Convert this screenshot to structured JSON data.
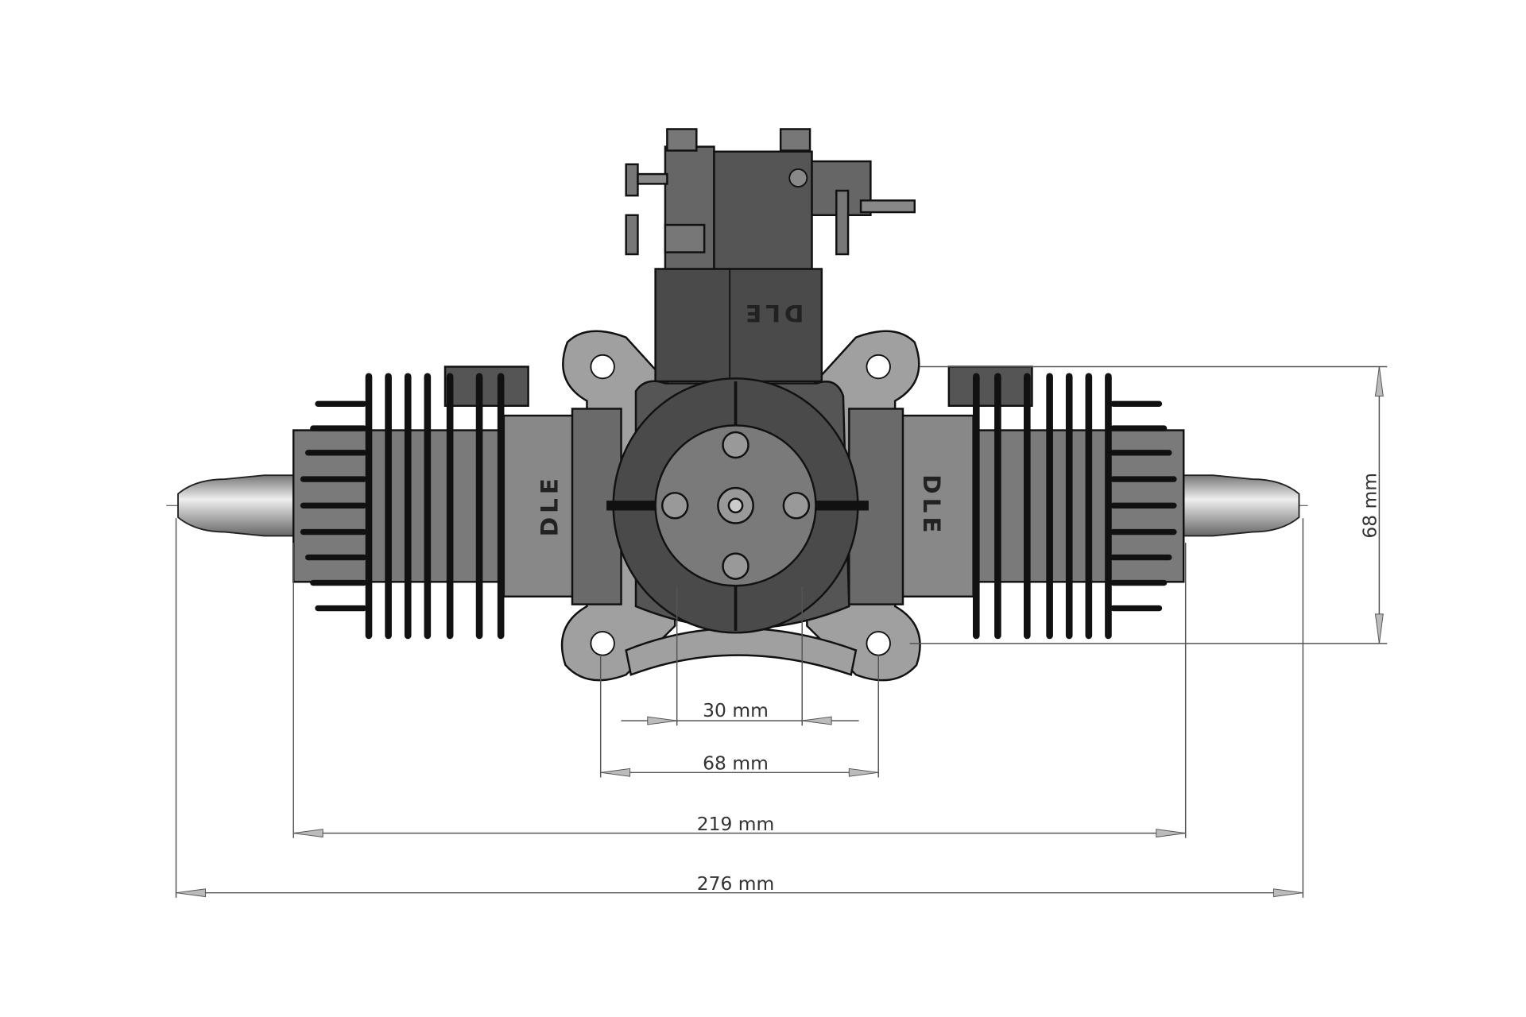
{
  "drawing": {
    "logo_top": "DLE",
    "logo_left": "DLE",
    "logo_right": "DLE",
    "dimensions": {
      "overall_width": "276 mm",
      "plug_to_plug": "219 mm",
      "mount_width": "68 mm",
      "bolt_spacing": "30 mm",
      "mount_height": "68 mm"
    }
  },
  "colors": {
    "body_dark": "#4a4a4a",
    "body_mid": "#7a7a7a",
    "body_light": "#a8a8a8",
    "line": "#555555"
  }
}
